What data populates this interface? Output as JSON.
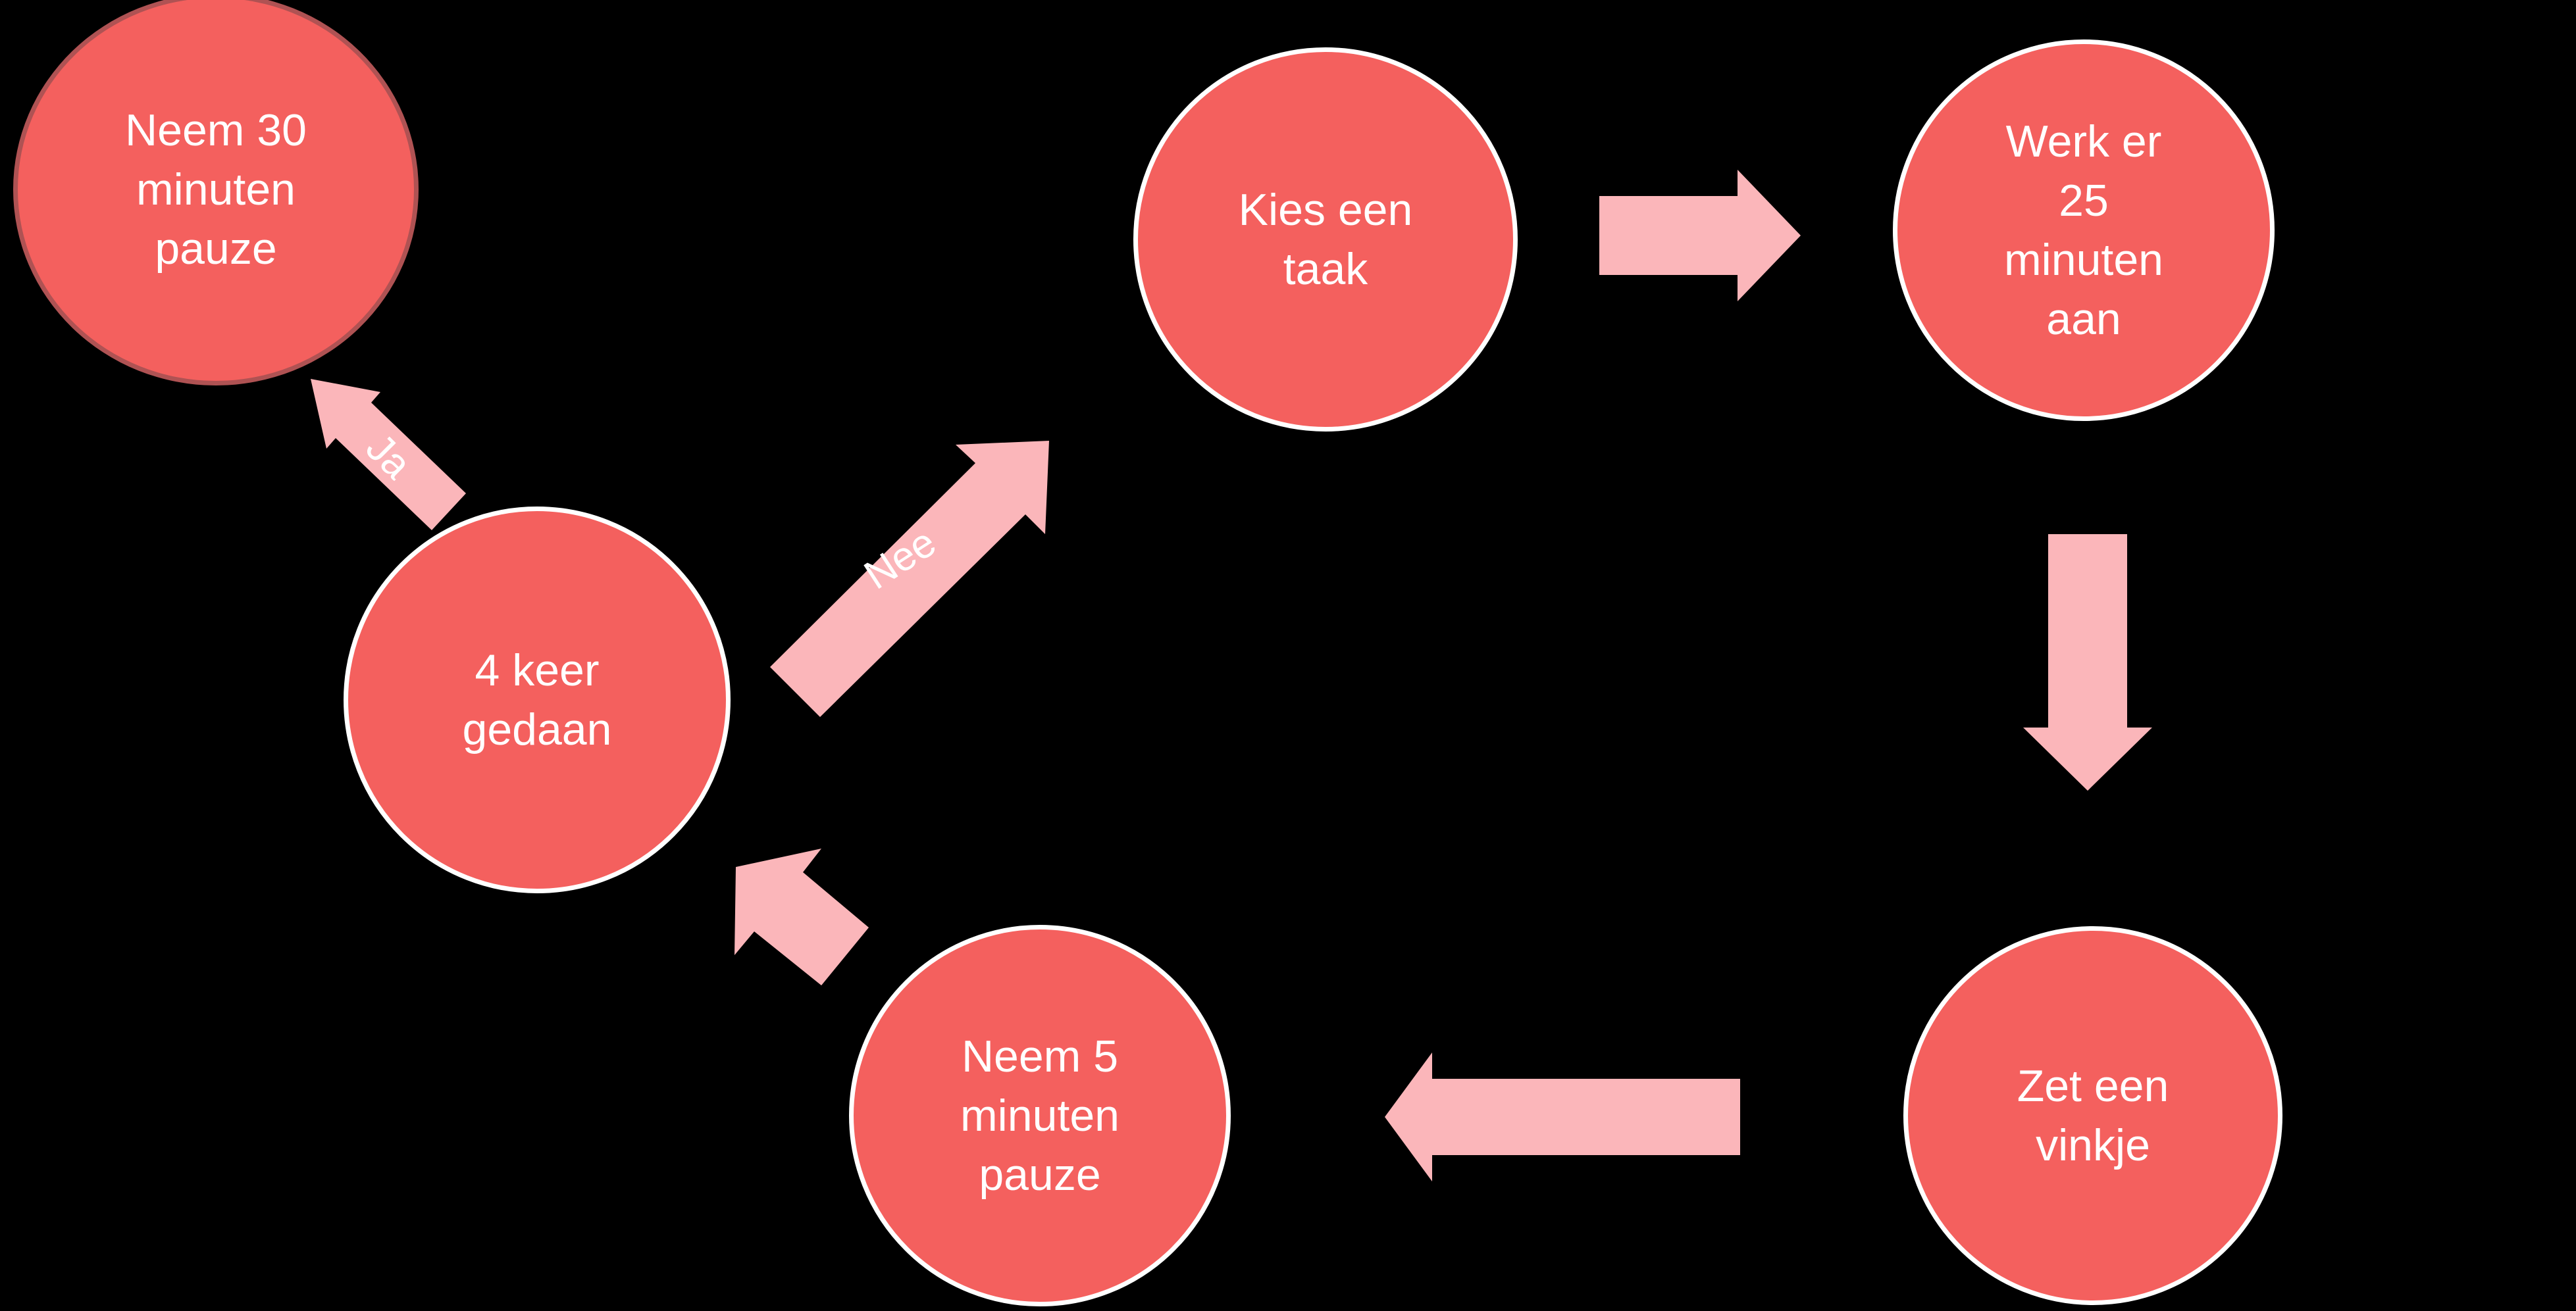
{
  "diagram": {
    "background_color": "#000000",
    "colors": {
      "node_fill": "#F4605E",
      "node_border": "#FFFFFF",
      "start_node_border": "#AF5253",
      "arrow_fill": "#FBB6BA",
      "text": "#FFFFFF"
    },
    "nodes": [
      {
        "label": "Neem 30 minuten pauze"
      },
      {
        "label": "Kies een taak"
      },
      {
        "label": "Werk er 25 minuten aan"
      },
      {
        "label": "Zet een vinkje"
      },
      {
        "label": "Neem 5 minuten pauze"
      },
      {
        "label": "4 keer gedaan"
      }
    ],
    "edge_labels": {
      "nee": "Nee",
      "ja": "Ja"
    }
  }
}
